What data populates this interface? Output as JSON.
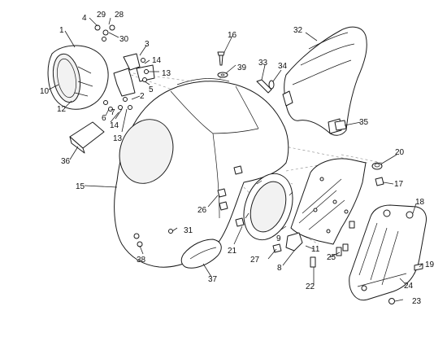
{
  "diagram": {
    "callouts": [
      {
        "id": "c1",
        "label": "1"
      },
      {
        "id": "c2",
        "label": "2"
      },
      {
        "id": "c3",
        "label": "3"
      },
      {
        "id": "c4",
        "label": "4"
      },
      {
        "id": "c5",
        "label": "5"
      },
      {
        "id": "c6",
        "label": "6"
      },
      {
        "id": "c7",
        "label": "7"
      },
      {
        "id": "c8",
        "label": "8"
      },
      {
        "id": "c9",
        "label": "9"
      },
      {
        "id": "c10",
        "label": "10"
      },
      {
        "id": "c11",
        "label": "11"
      },
      {
        "id": "c12",
        "label": "12"
      },
      {
        "id": "c13a",
        "label": "13"
      },
      {
        "id": "c13b",
        "label": "13"
      },
      {
        "id": "c14a",
        "label": "14"
      },
      {
        "id": "c14b",
        "label": "14"
      },
      {
        "id": "c15",
        "label": "15"
      },
      {
        "id": "c16",
        "label": "16"
      },
      {
        "id": "c17",
        "label": "17"
      },
      {
        "id": "c18",
        "label": "18"
      },
      {
        "id": "c19",
        "label": "19"
      },
      {
        "id": "c20",
        "label": "20"
      },
      {
        "id": "c21",
        "label": "21"
      },
      {
        "id": "c22",
        "label": "22"
      },
      {
        "id": "c23",
        "label": "23"
      },
      {
        "id": "c24",
        "label": "24"
      },
      {
        "id": "c25",
        "label": "25"
      },
      {
        "id": "c26",
        "label": "26"
      },
      {
        "id": "c27",
        "label": "27"
      },
      {
        "id": "c28",
        "label": "28"
      },
      {
        "id": "c29",
        "label": "29"
      },
      {
        "id": "c30",
        "label": "30"
      },
      {
        "id": "c31",
        "label": "31"
      },
      {
        "id": "c32",
        "label": "32"
      },
      {
        "id": "c33",
        "label": "33"
      },
      {
        "id": "c34",
        "label": "34"
      },
      {
        "id": "c35",
        "label": "35"
      },
      {
        "id": "c36",
        "label": "36"
      },
      {
        "id": "c37",
        "label": "37"
      },
      {
        "id": "c38",
        "label": "38"
      },
      {
        "id": "c39",
        "label": "39"
      }
    ]
  }
}
